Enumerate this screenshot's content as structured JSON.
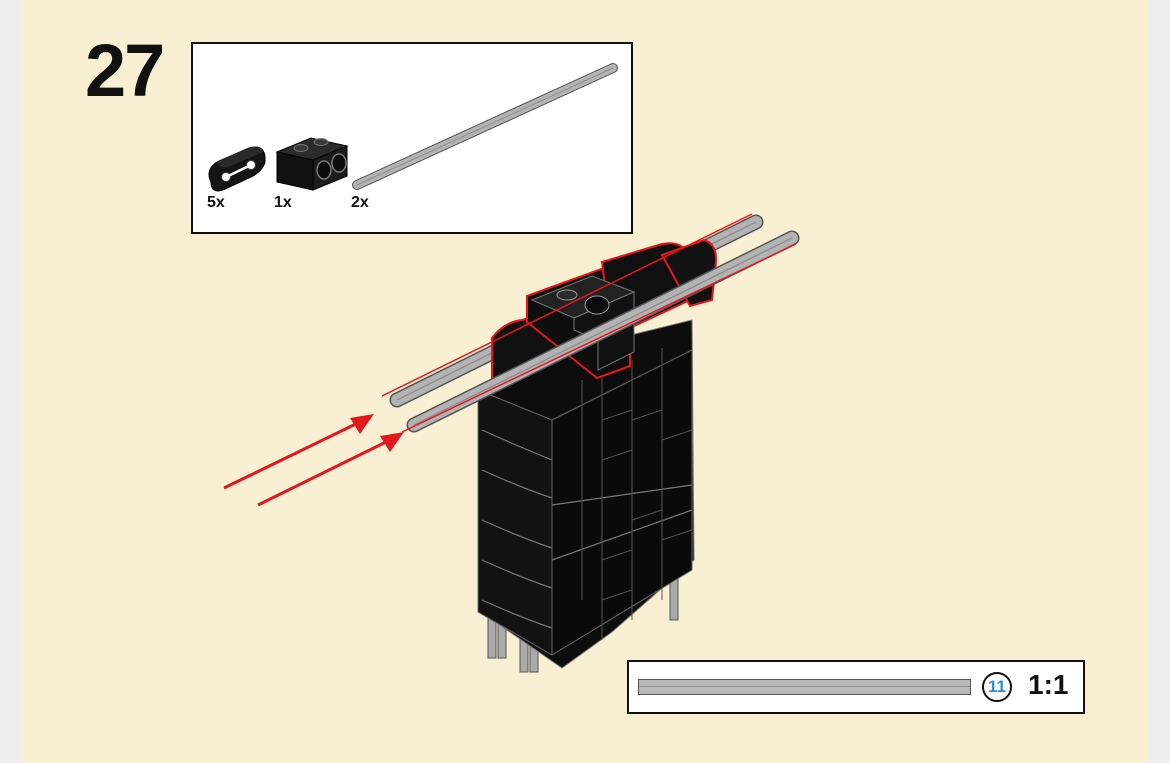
{
  "instruction": {
    "step_number": "27",
    "parts": [
      {
        "icon": "beam-2-icon",
        "qty": "5x",
        "color": "#111111"
      },
      {
        "icon": "technic-brick-icon",
        "qty": "1x",
        "color": "#111111"
      },
      {
        "icon": "axle-icon",
        "qty": "2x",
        "color": "#a5a5a5"
      }
    ],
    "scale_callout": {
      "axle_length": "11",
      "scale": "1:1"
    }
  },
  "colors": {
    "page": "#f9f0d4",
    "part_black": "#111111",
    "axle_grey": "#a5a5a5",
    "highlight_red": "#e3181f",
    "length_blue": "#2b8fd6"
  }
}
